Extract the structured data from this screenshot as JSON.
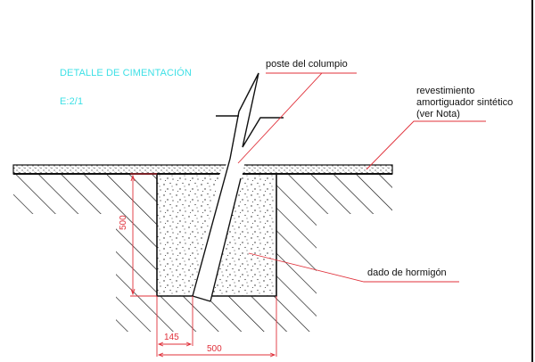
{
  "drawing": {
    "title": "DETALLE DE CIMENTACIÓN",
    "scale": "E:2/1",
    "colors": {
      "title": "#3ee0e6",
      "leader": "#e0303a",
      "dimension": "#e0303a",
      "line": "#111111",
      "background": "#ffffff"
    }
  },
  "labels": {
    "post": "poste del columpio",
    "surfacing_line1": "revestimiento",
    "surfacing_line2": "amortiguador sintético",
    "surfacing_line3": "(ver Nota)",
    "footing": "dado de hormigón"
  },
  "dimensions": {
    "depth": "500",
    "post_offset": "145",
    "width": "500"
  }
}
